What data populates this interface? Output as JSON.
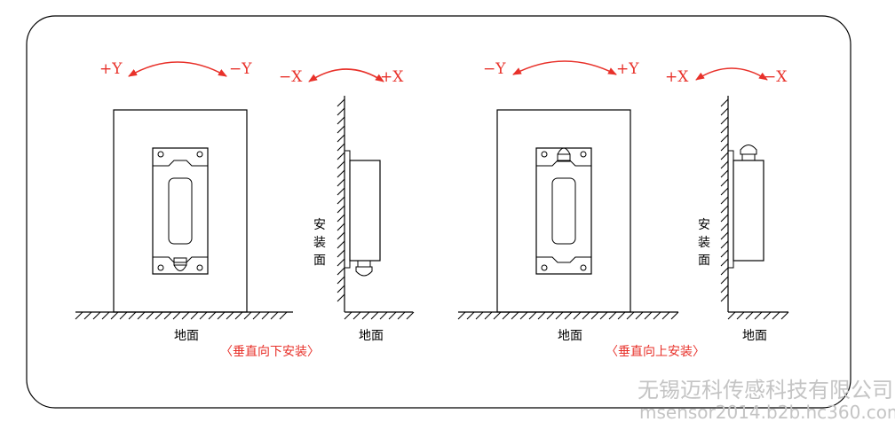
{
  "colors": {
    "accent": "#e8312a",
    "line": "#000000",
    "watermark": "#c4c4c4"
  },
  "panel1": {
    "arrow_front_left": "+Y",
    "arrow_front_right": "−Y",
    "arrow_side_left": "−X",
    "arrow_side_right": "+X",
    "ground_front": "地面",
    "ground_side": "地面",
    "mount_face": [
      "安",
      "装",
      "面"
    ],
    "caption": "〈垂直向下安装〉"
  },
  "panel2": {
    "arrow_front_left": "−Y",
    "arrow_front_right": "+Y",
    "arrow_side_left": "+X",
    "arrow_side_right": "−X",
    "ground_front": "地面",
    "ground_side": "地面",
    "mount_face": [
      "安",
      "装",
      "面"
    ],
    "caption": "〈垂直向上安装〉"
  },
  "watermark": {
    "company": "无锡迈科传感科技有限公司",
    "url": "msensor2014.b2b.hc360.com"
  }
}
